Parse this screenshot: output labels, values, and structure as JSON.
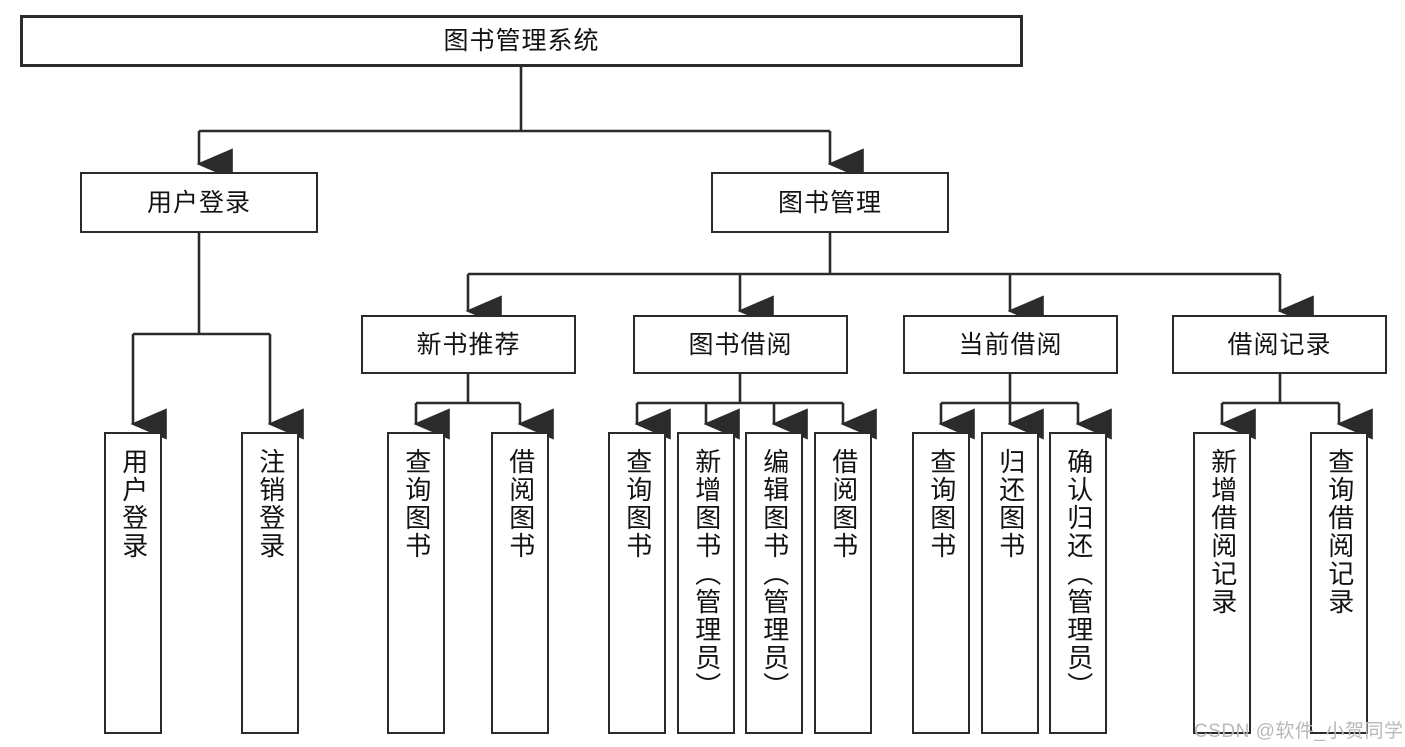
{
  "diagram": {
    "title": "图书管理系统",
    "type": "tree-hierarchy-chart",
    "root": {
      "label": "图书管理系统"
    },
    "level2": [
      {
        "label": "用户登录"
      },
      {
        "label": "图书管理"
      }
    ],
    "level3": [
      {
        "label": "新书推荐"
      },
      {
        "label": "图书借阅"
      },
      {
        "label": "当前借阅"
      },
      {
        "label": "借阅记录"
      }
    ],
    "leaves": {
      "user_login": [
        {
          "label": "用户登录"
        },
        {
          "label": "注销登录"
        }
      ],
      "new_book_recommend": [
        {
          "label": "查询图书"
        },
        {
          "label": "借阅图书"
        }
      ],
      "book_borrow": [
        {
          "label": "查询图书"
        },
        {
          "label": "新增图书（管理员）"
        },
        {
          "label": "编辑图书（管理员）"
        },
        {
          "label": "借阅图书"
        }
      ],
      "current_borrow": [
        {
          "label": "查询图书"
        },
        {
          "label": "归还图书"
        },
        {
          "label": "确认归还（管理员）"
        }
      ],
      "borrow_record": [
        {
          "label": "新增借阅记录"
        },
        {
          "label": "查询借阅记录"
        }
      ]
    }
  },
  "watermark": {
    "text": "CSDN @软件_小贺同学"
  },
  "colors": {
    "stroke": "#2b2b2b",
    "text": "#131313",
    "background": "#ffffff",
    "watermark": "#b9b9b9"
  }
}
